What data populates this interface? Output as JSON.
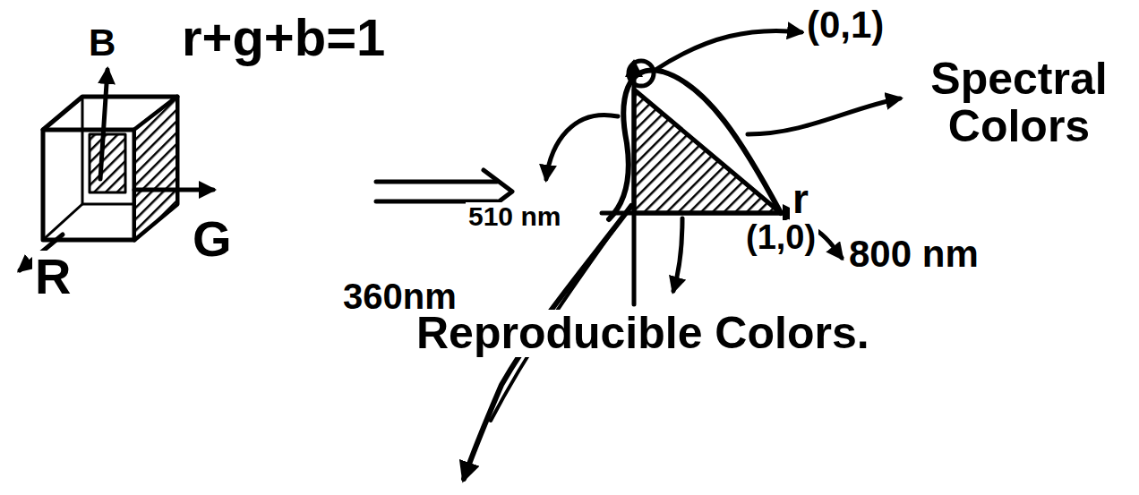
{
  "diagram": {
    "labels": [
      "B",
      "r+g+b=1",
      "(0,1)",
      "Spectral Colors",
      "510 nm",
      "G",
      "r",
      "(1,0)",
      "800 nm",
      "R",
      "360nm",
      "Reproducible Colors."
    ]
  }
}
